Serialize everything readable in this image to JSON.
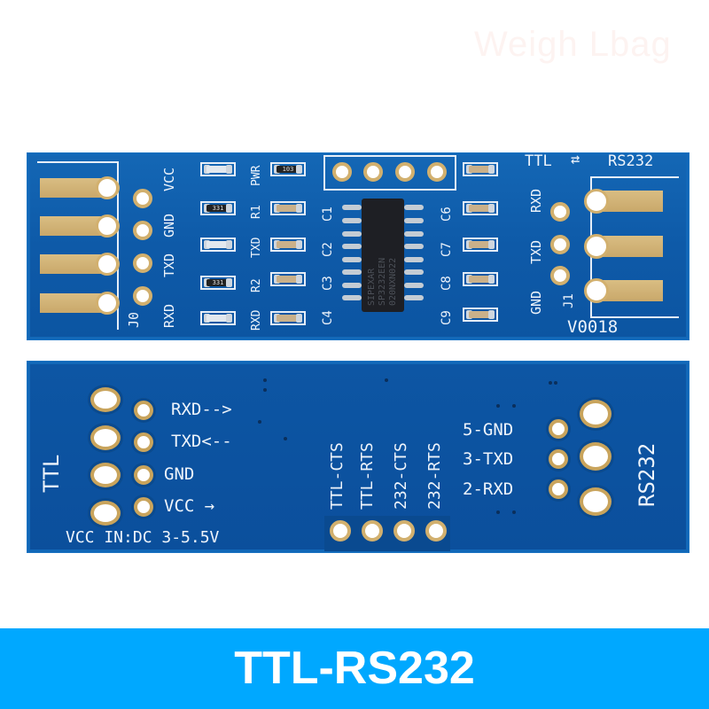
{
  "watermark": "Weigh Lbag",
  "top_board": {
    "j0_labels": [
      "VCC",
      "GND",
      "TXD",
      "RXD"
    ],
    "j0_ref": "J0",
    "left_components": [
      {
        "label": "PWR",
        "type": "led"
      },
      {
        "label": "R1",
        "type": "res",
        "marking": "331"
      },
      {
        "label": "TXD",
        "type": "led"
      },
      {
        "label": "R2",
        "type": "res",
        "marking": "331"
      },
      {
        "label": "RXD",
        "type": "led"
      }
    ],
    "top_resistor_marking": "103",
    "caps_left": [
      "C1",
      "C2",
      "C3",
      "C4"
    ],
    "caps_right": [
      "C6",
      "C7",
      "C8",
      "C9"
    ],
    "chip_text": [
      "SIPEXAR",
      "SP3232EEN",
      "020NXN022"
    ],
    "header_title_ttl": "TTL",
    "header_arrows": "⇄",
    "header_title_rs232": "RS232",
    "j1_labels": [
      "RXD",
      "TXD",
      "GND"
    ],
    "j1_ref": "J1",
    "version": "V0018"
  },
  "bottom_board": {
    "side_label": "TTL",
    "ttl_pins": [
      "RXD-->",
      "TXD<--",
      "GND",
      "VCC →"
    ],
    "vcc_note": "VCC IN:DC 3-5.5V",
    "flow_pins": [
      "TTL-CTS",
      "TTL-RTS",
      "232-CTS",
      "232-RTS"
    ],
    "rs232_pins": [
      "5-GND",
      "3-TXD",
      "2-RXD"
    ],
    "rs232_label": "RS232"
  },
  "banner": {
    "title": "TTL-RS232",
    "color": "#00a8ff"
  },
  "colors": {
    "pcb": "#0d5dab",
    "gold": "#d2b06e",
    "silkscreen": "#eef4fb"
  }
}
